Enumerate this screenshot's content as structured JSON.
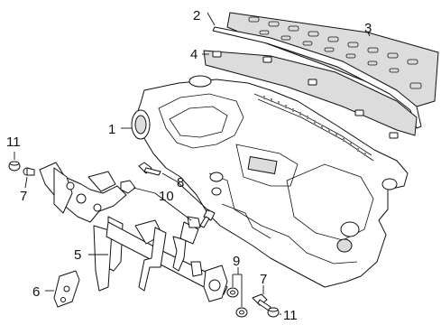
{
  "callouts": [
    {
      "id": "c1",
      "label": "1"
    },
    {
      "id": "c2",
      "label": "2"
    },
    {
      "id": "c3",
      "label": "3"
    },
    {
      "id": "c4",
      "label": "4"
    },
    {
      "id": "c5",
      "label": "5"
    },
    {
      "id": "c6",
      "label": "6"
    },
    {
      "id": "c7a",
      "label": "7"
    },
    {
      "id": "c7b",
      "label": "7"
    },
    {
      "id": "c8",
      "label": "8"
    },
    {
      "id": "c9",
      "label": "9"
    },
    {
      "id": "c10",
      "label": "10"
    },
    {
      "id": "c11a",
      "label": "11"
    },
    {
      "id": "c11b",
      "label": "11"
    }
  ]
}
